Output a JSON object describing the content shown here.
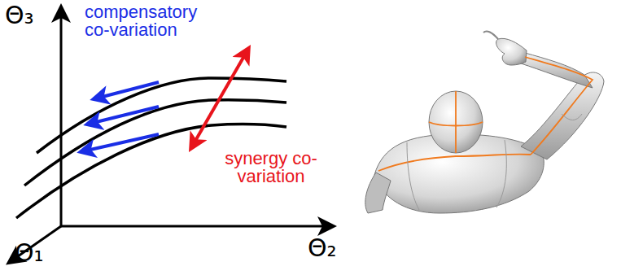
{
  "diagram": {
    "labels": [
      "Θ₃",
      "compensatory co-variation",
      "synergy co-variation",
      "Θ₂",
      "Θ₁"
    ]
  }
}
